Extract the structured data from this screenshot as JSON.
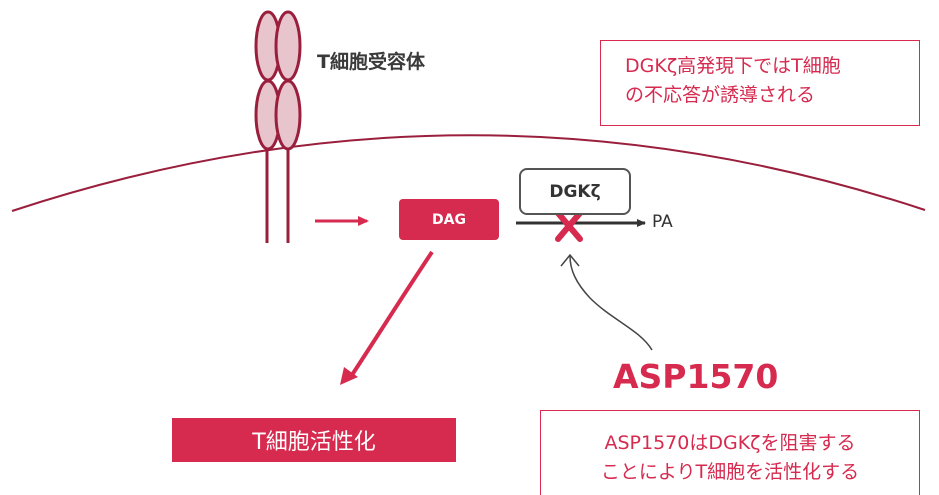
{
  "receptor": {
    "label": "T細胞受容体"
  },
  "callout_top": {
    "line1": "DGKζ高発現下ではT細胞",
    "line2": "の不応答が誘導される"
  },
  "dag": {
    "label": "DAG"
  },
  "dgk": {
    "label": "DGKζ"
  },
  "product": {
    "label": "PA"
  },
  "drug": {
    "name": "ASP1570"
  },
  "callout_bottom": {
    "line1": "ASP1570はDGKζを阻害する",
    "line2": "ことによりT細胞を活性化する"
  },
  "outcome": {
    "label": "T細胞活性化"
  },
  "colors": {
    "accent": "#d62a4f",
    "receptor_stroke": "#a3213f",
    "receptor_fill": "#e8c4cc",
    "dark": "#333333"
  }
}
